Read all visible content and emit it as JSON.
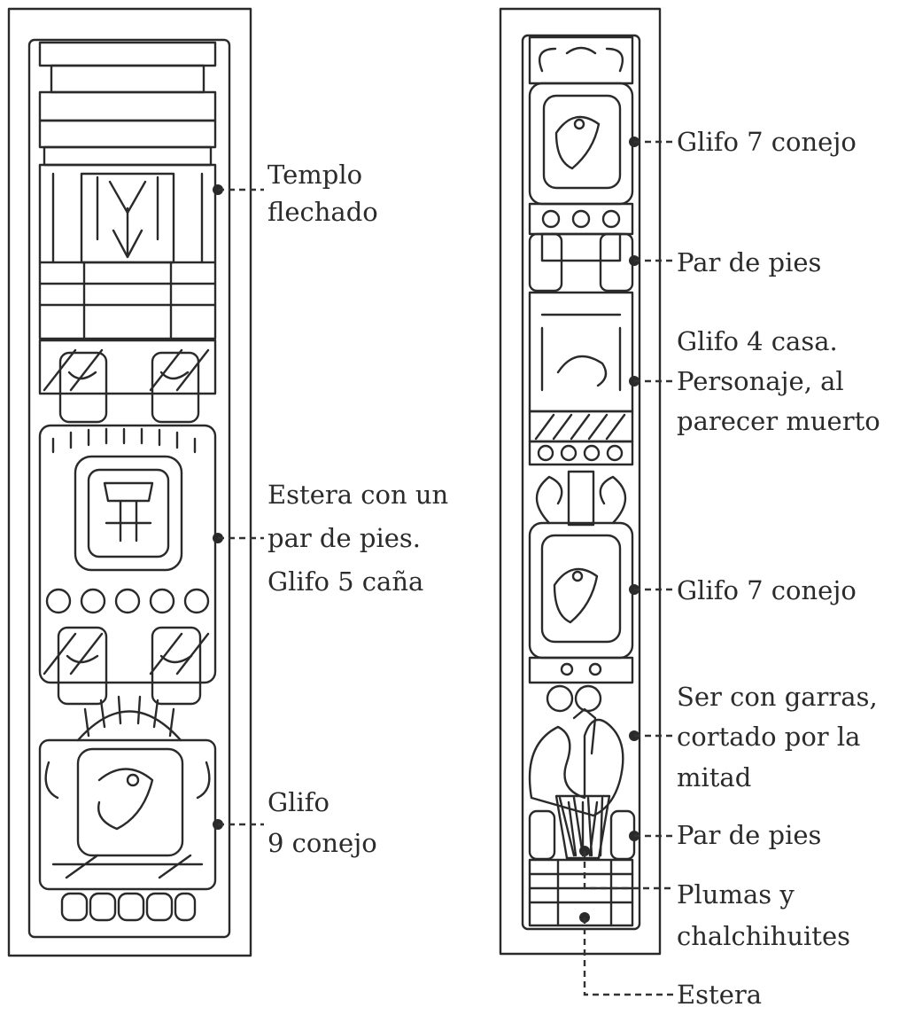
{
  "labels": {
    "templo_1": "Templo",
    "templo_2": "flechado",
    "estera_pies_1": "Estera con un",
    "estera_pies_2": "par de pies.",
    "estera_pies_3": "Glifo 5 caña",
    "glifo9_1": "Glifo",
    "glifo9_2": "9 conejo",
    "glifo7_top": "Glifo 7 conejo",
    "par_pies_top": "Par de pies",
    "glifo4_1": "Glifo 4 casa.",
    "glifo4_2": "Personaje, al",
    "glifo4_3": "parecer muerto",
    "glifo7_mid": "Glifo 7 conejo",
    "ser_1": "Ser con garras,",
    "ser_2": "cortado por la",
    "ser_3": "mitad",
    "par_pies_bottom": "Par de pies",
    "plumas_1": "Plumas y",
    "plumas_2": "chalchihuites",
    "estera": "Estera"
  },
  "colors": {
    "temple_blue": "#7fd0ee",
    "mat_pink": "#f2a2c8",
    "glyph_yellow": "#f6ee9c",
    "rabbit_orange": "#f08a6e",
    "house_green": "#8fd3a9",
    "rabbit_purple": "#a69ad6",
    "claw_brown": "#bba591",
    "feet_gray": "#d6d6d6",
    "feather_peach": "#f7c79a",
    "plume_violet": "#d9a4dc"
  }
}
